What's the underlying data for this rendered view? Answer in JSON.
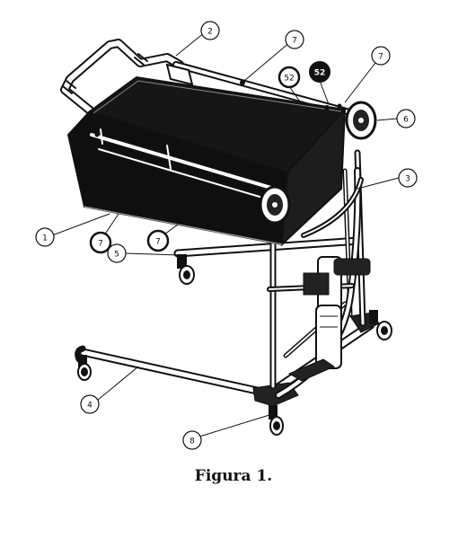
{
  "caption": "Figura 1.",
  "callouts": [
    {
      "id": "c2",
      "label": "2",
      "filled": false
    },
    {
      "id": "c7a",
      "label": "7",
      "filled": false
    },
    {
      "id": "c52a",
      "label": "52",
      "filled": false
    },
    {
      "id": "c52b",
      "label": "52",
      "filled": true
    },
    {
      "id": "c7b",
      "label": "7",
      "filled": false
    },
    {
      "id": "c6",
      "label": "6",
      "filled": false
    },
    {
      "id": "c3",
      "label": "3",
      "filled": false
    },
    {
      "id": "c1",
      "label": "1",
      "filled": false
    },
    {
      "id": "c7c",
      "label": "7",
      "filled": false
    },
    {
      "id": "c7d",
      "label": "7",
      "filled": false
    },
    {
      "id": "c5",
      "label": "5",
      "filled": false
    },
    {
      "id": "c4",
      "label": "4",
      "filled": false
    },
    {
      "id": "c8",
      "label": "8",
      "filled": false
    }
  ]
}
